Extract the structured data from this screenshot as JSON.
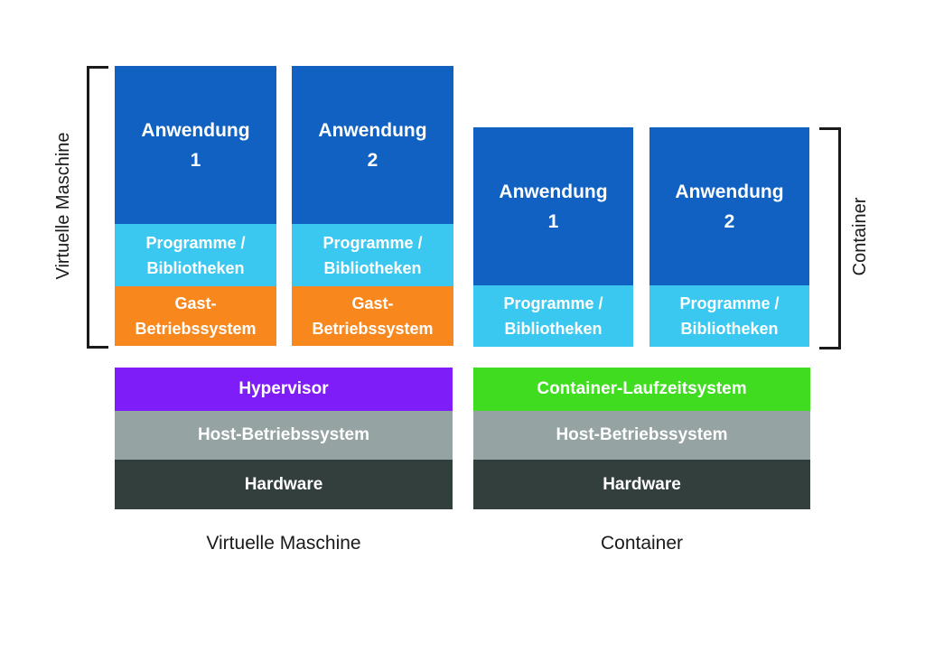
{
  "colors": {
    "app_blue": "#1161C2",
    "libs_cyan": "#3AC8F1",
    "guest_orange": "#F8871E",
    "hypervisor_purple": "#7F1DF8",
    "runtime_green": "#40DC20",
    "host_gray": "#95A3A2",
    "hardware_dark": "#333F3D"
  },
  "vm_section": {
    "bracket_label": "Virtuelle Maschine",
    "caption": "Virtuelle Maschine",
    "stacks": [
      {
        "app": [
          "Anwendung",
          "1"
        ],
        "libs": [
          "Programme /",
          "Bibliotheken"
        ],
        "guest_os": [
          "Gast-",
          "Betriebssystem"
        ]
      },
      {
        "app": [
          "Anwendung",
          "2"
        ],
        "libs": [
          "Programme /",
          "Bibliotheken"
        ],
        "guest_os": [
          "Gast-",
          "Betriebssystem"
        ]
      }
    ],
    "base": {
      "layer1": "Hypervisor",
      "layer2": "Host-Betriebssystem",
      "layer3": "Hardware"
    }
  },
  "container_section": {
    "bracket_label": "Container",
    "caption": "Container",
    "stacks": [
      {
        "app": [
          "Anwendung",
          "1"
        ],
        "libs": [
          "Programme /",
          "Bibliotheken"
        ]
      },
      {
        "app": [
          "Anwendung",
          "2"
        ],
        "libs": [
          "Programme /",
          "Bibliotheken"
        ]
      }
    ],
    "base": {
      "layer1": "Container-Laufzeitsystem",
      "layer2": "Host-Betriebssystem",
      "layer3": "Hardware"
    }
  }
}
